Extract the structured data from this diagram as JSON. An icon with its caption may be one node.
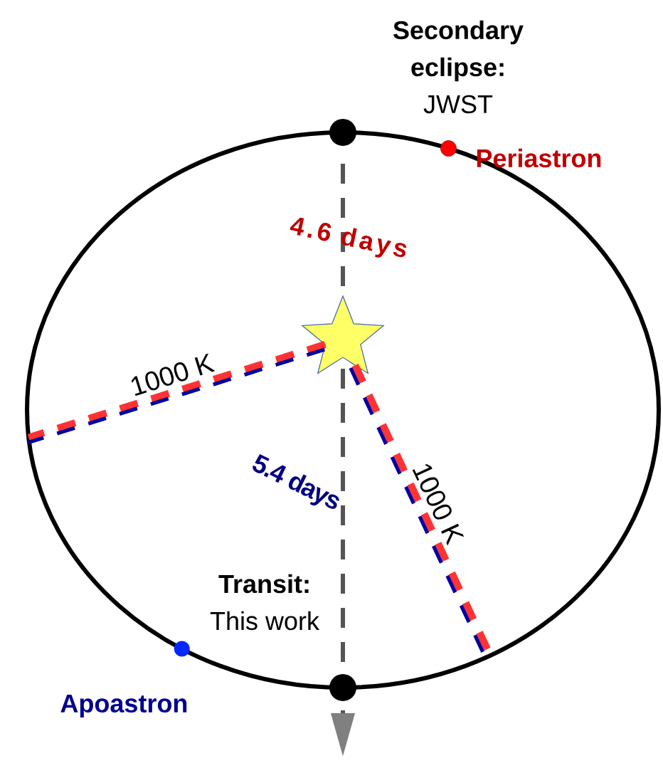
{
  "diagram": {
    "nodes": [
      {
        "text": [],
        "shape": "ellipse"
      },
      {
        "text": [],
        "shape": "star",
        "in": 0
      },
      {
        "text": [],
        "shape": "circle",
        "beside": [
          "Secondary eclipse:",
          "JWST"
        ]
      },
      {
        "text": [],
        "shape": "circle",
        "beside": [
          "Periastron"
        ]
      },
      {
        "text": [],
        "shape": "circle",
        "beside": [
          "Transit:",
          "This work"
        ]
      },
      {
        "text": [],
        "shape": "circle",
        "beside": [
          "Apoastron"
        ]
      }
    ],
    "edges": [
      {
        "from": 1,
        "to": 0,
        "arrow": "none",
        "style": "dashed",
        "color": "#ff3333",
        "label": "1000 K"
      },
      {
        "from": 1,
        "to": 0,
        "arrow": "none",
        "style": "dashed",
        "color": "#ff3333",
        "label": "1000 K"
      }
    ],
    "labels": [
      "4.6 days",
      "5.4 days"
    ]
  }
}
